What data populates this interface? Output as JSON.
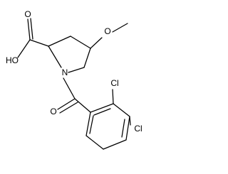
{
  "molecule": {
    "labels": {
      "carboxyl_o": "O",
      "hydroxyl": "HO",
      "methoxy_o": "O",
      "ring_n": "N",
      "carbonyl_o": "O",
      "chloro_top": "Cl",
      "chloro_right": "Cl"
    }
  }
}
